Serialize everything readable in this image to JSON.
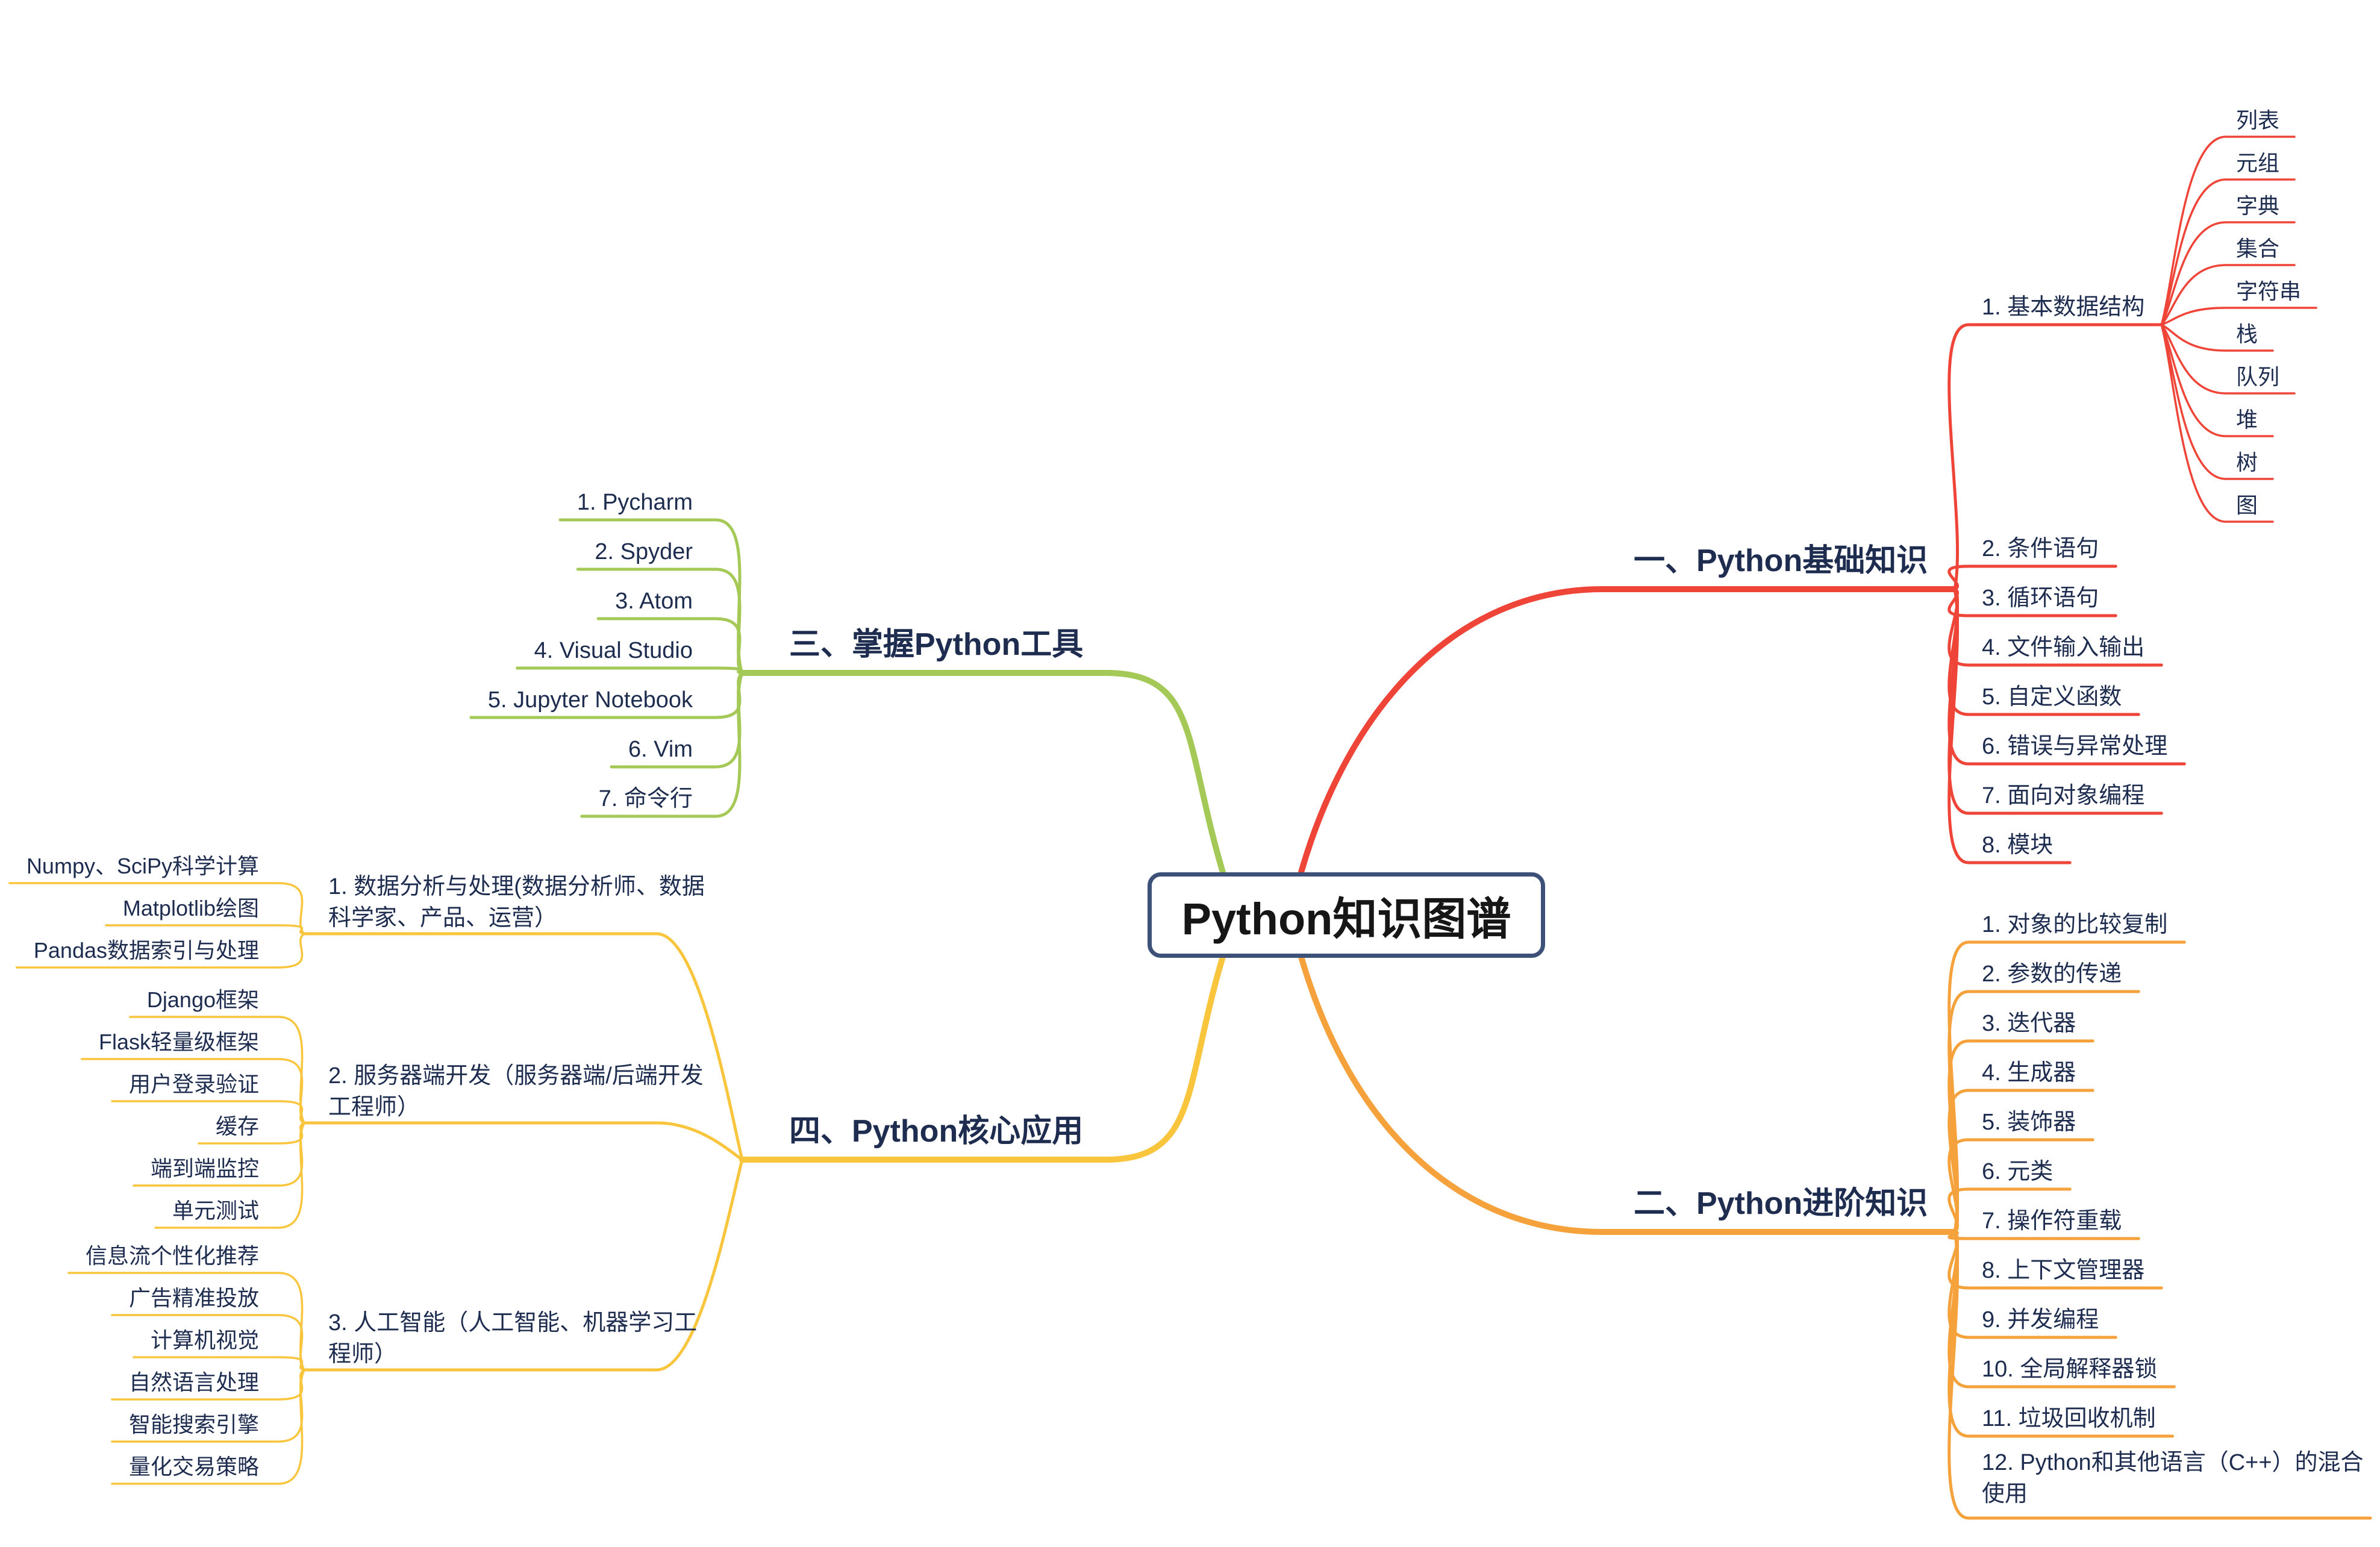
{
  "title": "Python知识图谱",
  "branches": [
    {
      "label": "一、Python基础知识",
      "color": "#ef4438",
      "children": [
        {
          "label": "1. 基本数据结构",
          "children": [
            {
              "label": "列表"
            },
            {
              "label": "元组"
            },
            {
              "label": "字典"
            },
            {
              "label": "集合"
            },
            {
              "label": "字符串"
            },
            {
              "label": "栈"
            },
            {
              "label": "队列"
            },
            {
              "label": "堆"
            },
            {
              "label": "树"
            },
            {
              "label": "图"
            }
          ]
        },
        {
          "label": "2. 条件语句"
        },
        {
          "label": "3. 循环语句"
        },
        {
          "label": "4. 文件输入输出"
        },
        {
          "label": "5. 自定义函数"
        },
        {
          "label": "6. 错误与异常处理"
        },
        {
          "label": "7. 面向对象编程"
        },
        {
          "label": "8. 模块"
        }
      ]
    },
    {
      "label": "二、Python进阶知识",
      "color": "#f5a23c",
      "children": [
        {
          "label": "1. 对象的比较复制"
        },
        {
          "label": "2. 参数的传递"
        },
        {
          "label": "3. 迭代器"
        },
        {
          "label": "4. 生成器"
        },
        {
          "label": "5. 装饰器"
        },
        {
          "label": "6. 元类"
        },
        {
          "label": "7. 操作符重载"
        },
        {
          "label": "8. 上下文管理器"
        },
        {
          "label": "9. 并发编程"
        },
        {
          "label": "10. 全局解释器锁"
        },
        {
          "label": "11. 垃圾回收机制"
        },
        {
          "label": "12. Python和其他语言（C++）的混合使用"
        }
      ]
    },
    {
      "label": "三、掌握Python工具",
      "color": "#a5c957",
      "children": [
        {
          "label": "1. Pycharm"
        },
        {
          "label": "2. Spyder"
        },
        {
          "label": "3. Atom"
        },
        {
          "label": "4. Visual Studio"
        },
        {
          "label": "5. Jupyter Notebook"
        },
        {
          "label": "6. Vim"
        },
        {
          "label": "7. 命令行"
        }
      ]
    },
    {
      "label": "四、Python核心应用",
      "color": "#f8c53d",
      "children": [
        {
          "label": "1. 数据分析与处理(数据分析师、数据科学家、产品、运营）",
          "children": [
            {
              "label": "Numpy、SciPy科学计算"
            },
            {
              "label": "Matplotlib绘图"
            },
            {
              "label": "Pandas数据索引与处理"
            }
          ]
        },
        {
          "label": "2. 服务器端开发（服务器端/后端开发工程师）",
          "children": [
            {
              "label": "Django框架"
            },
            {
              "label": "Flask轻量级框架"
            },
            {
              "label": "用户登录验证"
            },
            {
              "label": "缓存"
            },
            {
              "label": "端到端监控"
            },
            {
              "label": "单元测试"
            }
          ]
        },
        {
          "label": "3. 人工智能（人工智能、机器学习工程师）",
          "children": [
            {
              "label": "信息流个性化推荐"
            },
            {
              "label": "广告精准投放"
            },
            {
              "label": "计算机视觉"
            },
            {
              "label": "自然语言处理"
            },
            {
              "label": "智能搜索引擎"
            },
            {
              "label": "量化交易策略"
            }
          ]
        }
      ]
    }
  ]
}
